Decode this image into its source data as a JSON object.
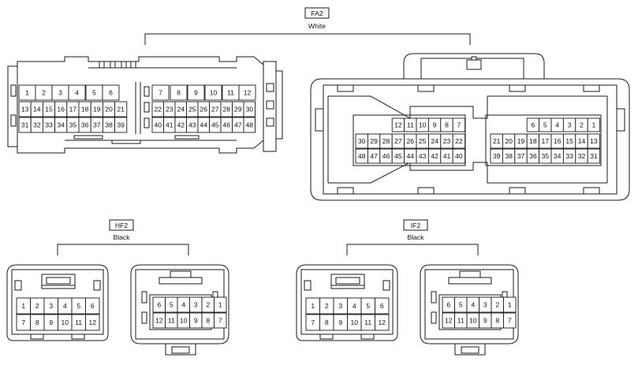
{
  "fa2": {
    "name": "FA2",
    "color": "White",
    "left_rows": [
      [
        "1",
        "2",
        "3",
        "4",
        "5",
        "6",
        "",
        "7",
        "8",
        "9",
        "10",
        "11",
        "12"
      ],
      [
        "13",
        "14",
        "15",
        "16",
        "17",
        "18",
        "19",
        "20",
        "21",
        "",
        "22",
        "23",
        "24",
        "25",
        "26",
        "27",
        "28",
        "29",
        "30"
      ],
      [
        "31",
        "32",
        "33",
        "34",
        "35",
        "36",
        "37",
        "38",
        "39",
        "",
        "40",
        "41",
        "42",
        "43",
        "44",
        "45",
        "46",
        "47",
        "48"
      ]
    ],
    "right_rows_a": [
      [
        "12",
        "11",
        "10",
        "9",
        "8",
        "7"
      ],
      [
        "30",
        "29",
        "28",
        "27",
        "26",
        "25",
        "24",
        "23",
        "22"
      ],
      [
        "48",
        "47",
        "46",
        "45",
        "44",
        "43",
        "42",
        "41",
        "40"
      ]
    ],
    "right_rows_b": [
      [
        "6",
        "5",
        "4",
        "3",
        "2",
        "1"
      ],
      [
        "21",
        "20",
        "19",
        "18",
        "17",
        "16",
        "15",
        "14",
        "13"
      ],
      [
        "39",
        "38",
        "37",
        "36",
        "35",
        "34",
        "33",
        "32",
        "31"
      ]
    ]
  },
  "hf2": {
    "name": "HF2",
    "color": "Black"
  },
  "if2": {
    "name": "IF2",
    "color": "Black"
  },
  "small": {
    "male_rows": [
      [
        "1",
        "2",
        "3",
        "4",
        "5",
        "6"
      ],
      [
        "7",
        "8",
        "9",
        "10",
        "11",
        "12"
      ]
    ],
    "female_rows": [
      [
        "6",
        "5",
        "4",
        "3",
        "2",
        "1"
      ],
      [
        "12",
        "11",
        "10",
        "9",
        "8",
        "7"
      ]
    ]
  }
}
